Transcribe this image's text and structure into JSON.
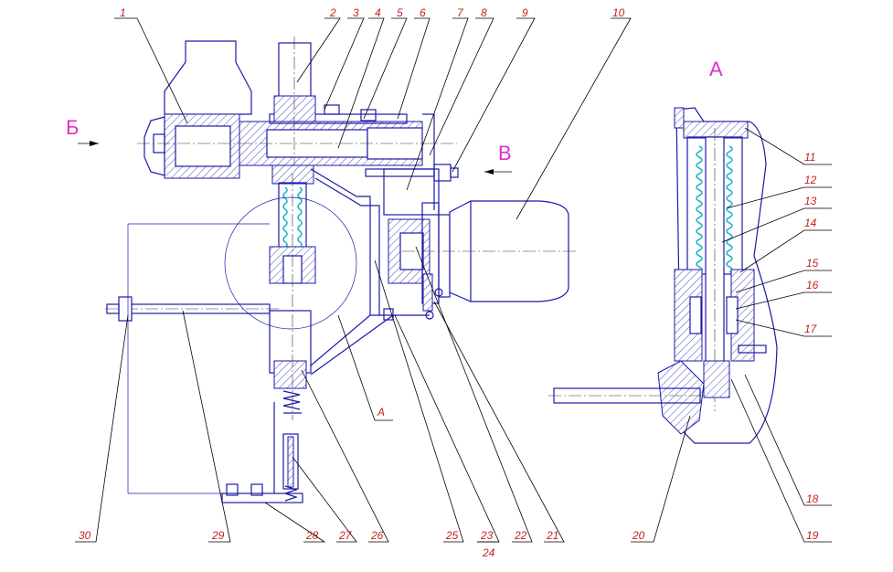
{
  "views": {
    "section_a_title": "А",
    "view_b": "Б",
    "view_v": "В",
    "section_marker": "А"
  },
  "callouts": [
    {
      "id": "c1",
      "text": "1"
    },
    {
      "id": "c2",
      "text": "2"
    },
    {
      "id": "c3",
      "text": "3"
    },
    {
      "id": "c4",
      "text": "4"
    },
    {
      "id": "c5",
      "text": "5"
    },
    {
      "id": "c6",
      "text": "6"
    },
    {
      "id": "c7",
      "text": "7"
    },
    {
      "id": "c8",
      "text": "8"
    },
    {
      "id": "c9",
      "text": "9"
    },
    {
      "id": "c10",
      "text": "10"
    },
    {
      "id": "c11",
      "text": "11"
    },
    {
      "id": "c12",
      "text": "12"
    },
    {
      "id": "c13",
      "text": "13"
    },
    {
      "id": "c14",
      "text": "14"
    },
    {
      "id": "c15",
      "text": "15"
    },
    {
      "id": "c16",
      "text": "16"
    },
    {
      "id": "c17",
      "text": "17"
    },
    {
      "id": "c18",
      "text": "18"
    },
    {
      "id": "c19",
      "text": "19"
    },
    {
      "id": "c20",
      "text": "20"
    },
    {
      "id": "c21",
      "text": "21"
    },
    {
      "id": "c22",
      "text": "22"
    },
    {
      "id": "c23",
      "text": "23"
    },
    {
      "id": "c24",
      "text": "24"
    },
    {
      "id": "c25",
      "text": "25"
    },
    {
      "id": "c26",
      "text": "26"
    },
    {
      "id": "c27",
      "text": "27"
    },
    {
      "id": "c28",
      "text": "28"
    },
    {
      "id": "c29",
      "text": "29"
    },
    {
      "id": "c30",
      "text": "30"
    }
  ],
  "colors": {
    "outline": "#1a1aa8",
    "callout": "#c81e1e",
    "view_letter": "#e030c8",
    "spring": "#1fb8c8"
  }
}
